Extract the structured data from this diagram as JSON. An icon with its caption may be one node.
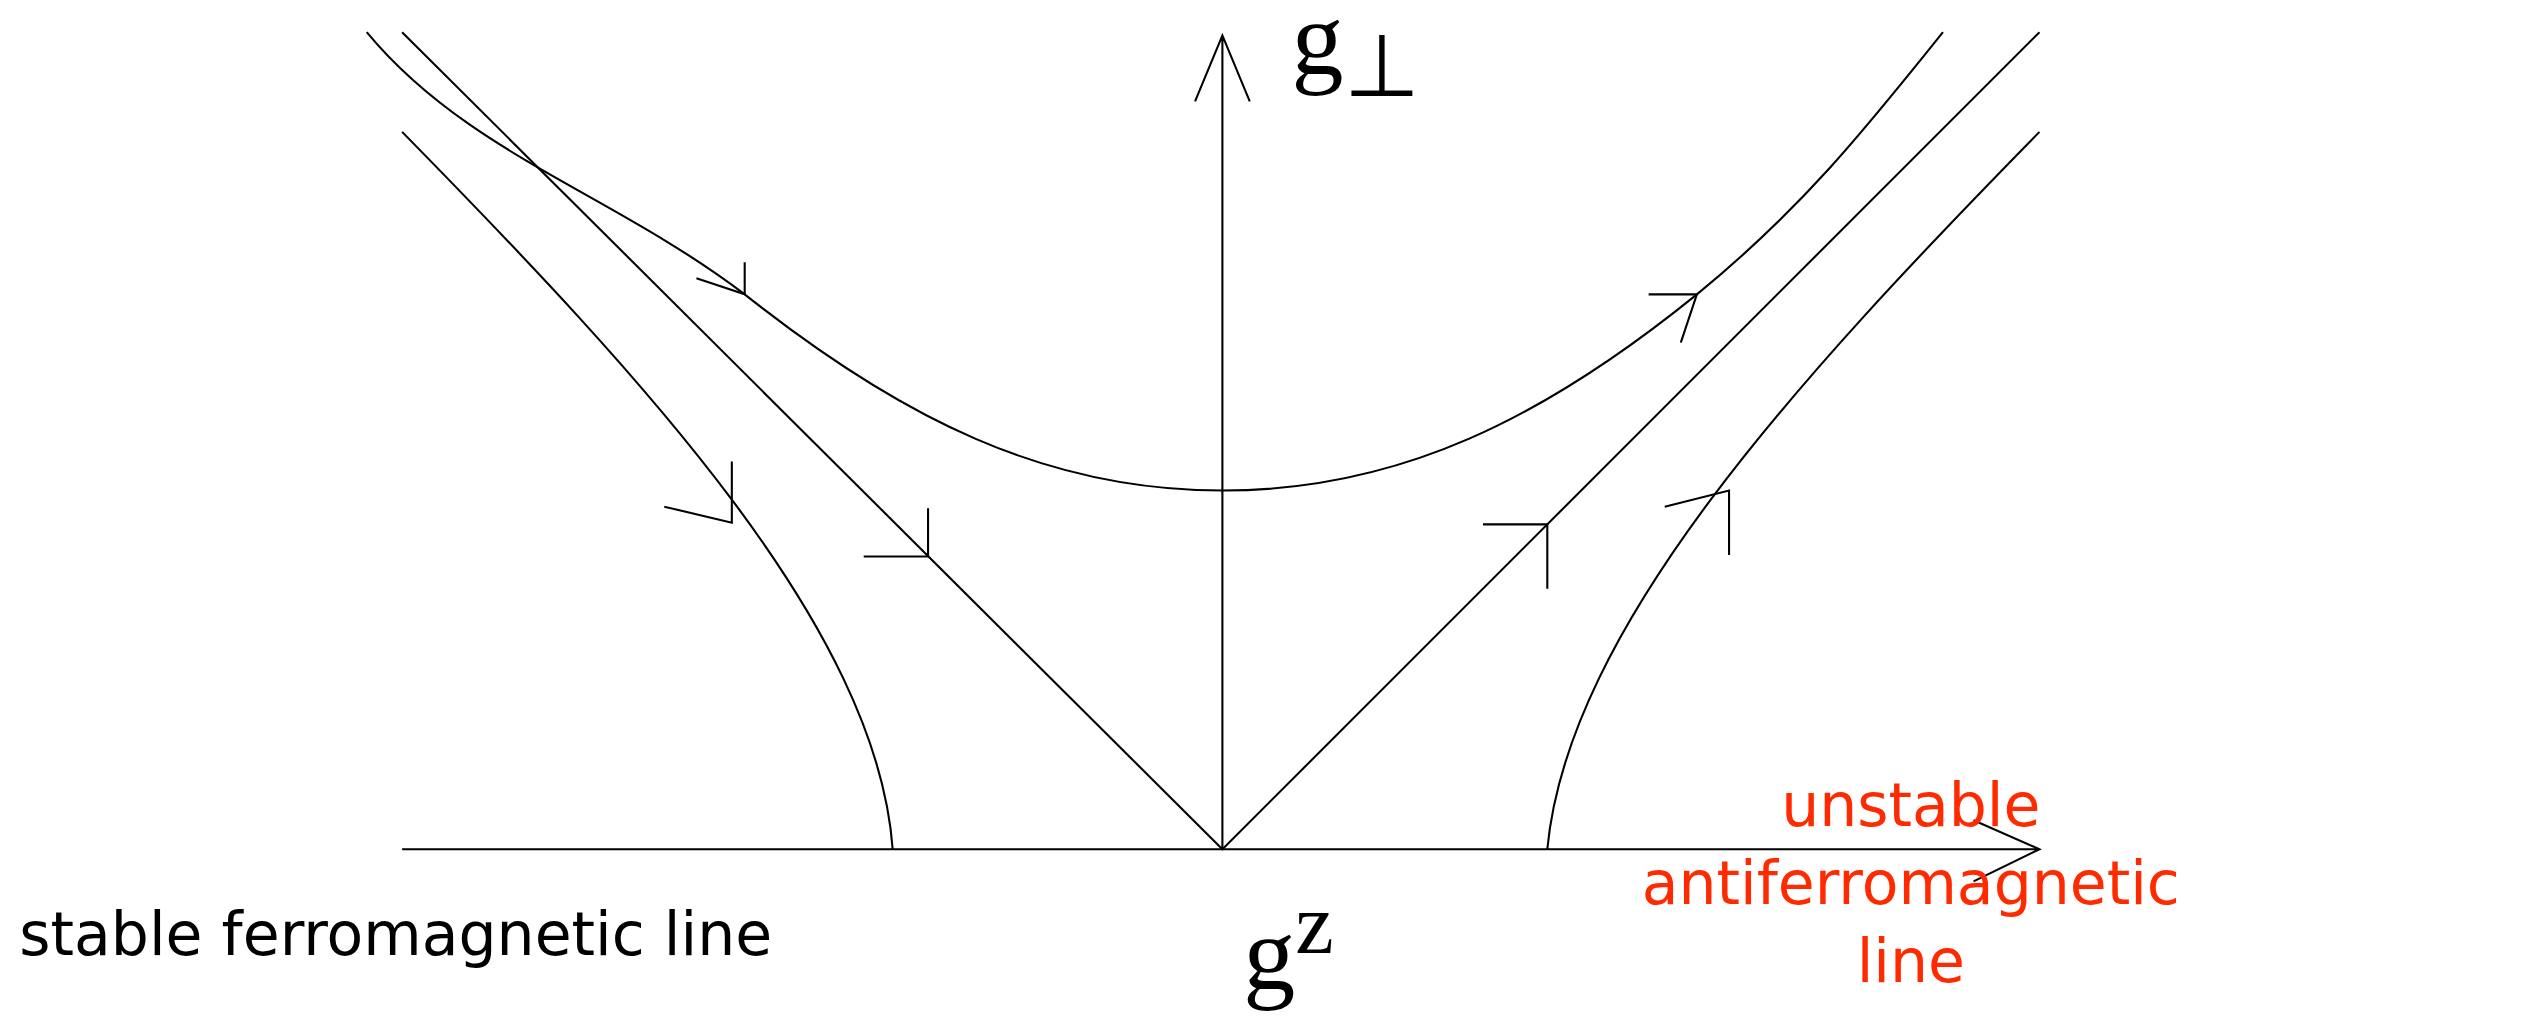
{
  "diagram": {
    "labels": [
      "g$_{⊥}$",
      "g$^{z}$",
      "stable ferromagnetic line",
      "unstable antiferromagnetic line"
    ]
  }
}
